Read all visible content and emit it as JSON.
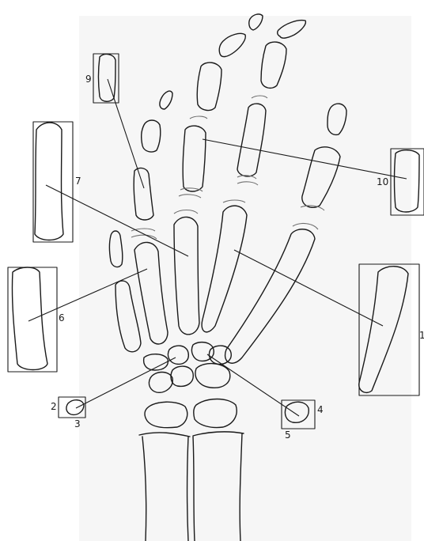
{
  "labels": {
    "l1": "1",
    "l2": "2",
    "l3": "3",
    "l4": "4",
    "l5": "5",
    "l6": "6",
    "l7": "7",
    "l9": "9",
    "l10": "10"
  },
  "colors": {
    "line": "#1a1a1a",
    "growth_plate": "#6f6f6f",
    "paper": "#f6f6f6"
  }
}
